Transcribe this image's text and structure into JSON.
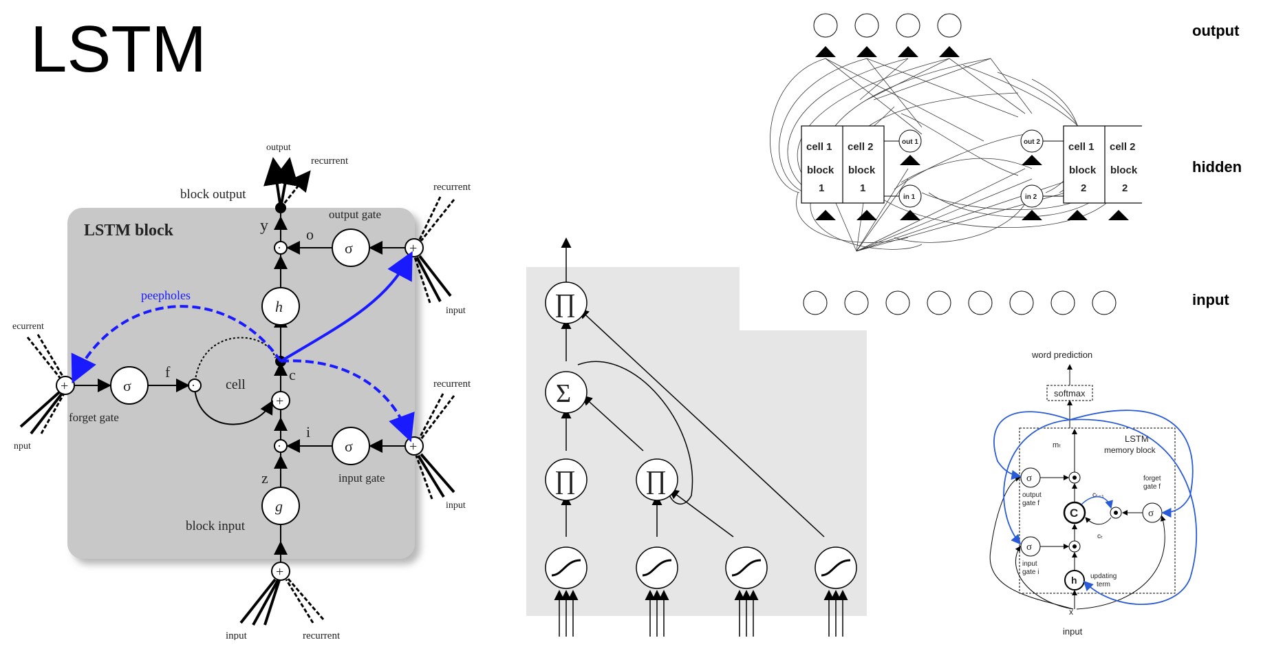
{
  "title": "LSTM",
  "diagram1": {
    "block_title": "LSTM block",
    "output": "output",
    "recurrent": "recurrent",
    "block_output": "block output",
    "output_gate": "output gate",
    "y": "y",
    "o": "o",
    "peepholes": "peepholes",
    "f": "f",
    "cell": "cell",
    "c": "c",
    "forget_gate": "forget gate",
    "i": "i",
    "input_gate": "input gate",
    "z": "z",
    "block_input": "block input",
    "input": "input",
    "nput": "nput",
    "ecurrent": "ecurrent",
    "sigma": "σ",
    "h": "h",
    "g": "g",
    "plus": "+",
    "dot": "·",
    "colors": {
      "peephole": "#1a1aff",
      "block_bg": "#c8c8c8"
    }
  },
  "diagram2": {
    "pi": "∏",
    "sigma_sum": "Σ"
  },
  "diagram3": {
    "output": "output",
    "hidden": "hidden",
    "input": "input",
    "cell1": "cell 1",
    "cell2": "cell 2",
    "block": "block",
    "n1": "1",
    "n2": "2",
    "out1": "out 1",
    "out2": "out 2",
    "in1": "in 1",
    "in2": "in 2"
  },
  "diagram4": {
    "word_prediction": "word prediction",
    "softmax": "softmax",
    "lstm": "LSTM",
    "memory_block": "memory block",
    "m_t": "mₜ",
    "c_t1": "cₜ₋₁",
    "c_t": "cₜ",
    "output_gate": "output",
    "gate_f": "gate f",
    "forget": "forget",
    "input_gate": "input",
    "gate_i": "gate i",
    "updating": "updating",
    "term": "term",
    "x": "x",
    "input": "input",
    "sigma": "σ",
    "C": "C",
    "h": "h",
    "colors": {
      "recurrent": "#2a5bd7"
    }
  }
}
